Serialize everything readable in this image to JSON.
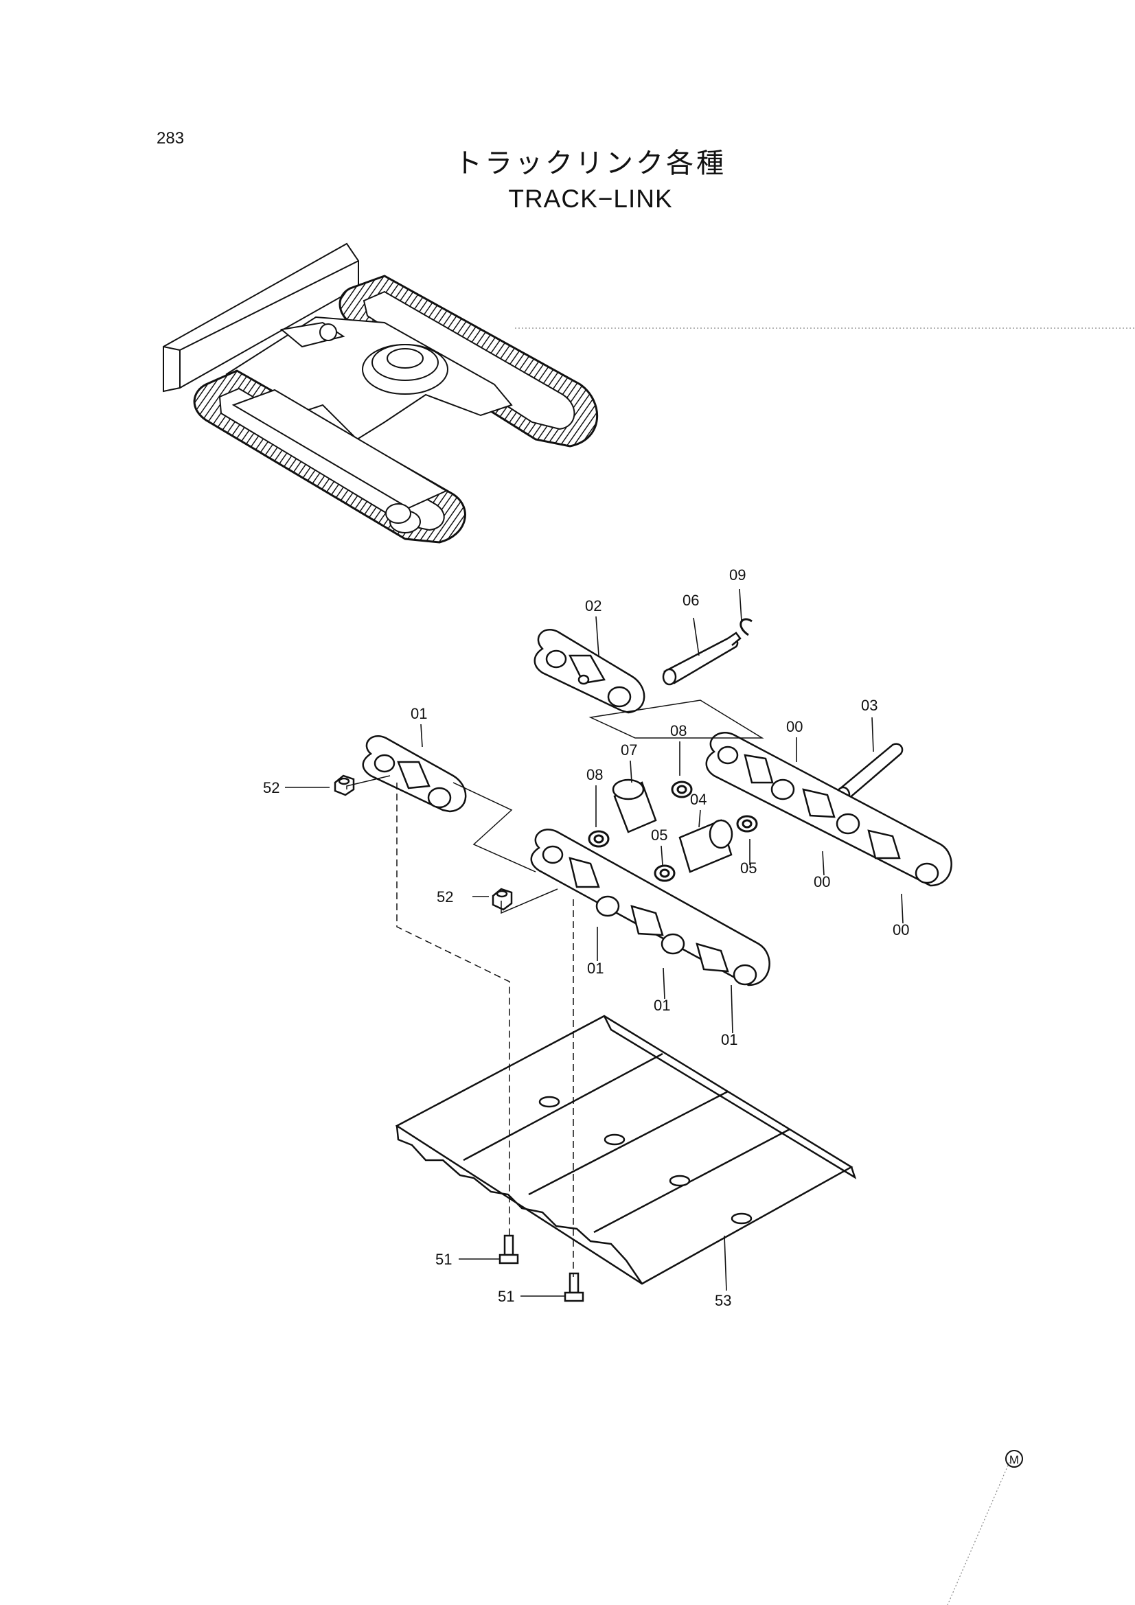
{
  "page_number": "283",
  "title": {
    "japanese": "トラックリンク各種",
    "english": "TRACK−LINK"
  },
  "callouts": [
    {
      "id": "c-09",
      "label": "09"
    },
    {
      "id": "c-06",
      "label": "06"
    },
    {
      "id": "c-02",
      "label": "02"
    },
    {
      "id": "c-03",
      "label": "03"
    },
    {
      "id": "c-01-top",
      "label": "01"
    },
    {
      "id": "c-00-top",
      "label": "00"
    },
    {
      "id": "c-08-right",
      "label": "08"
    },
    {
      "id": "c-07",
      "label": "07"
    },
    {
      "id": "c-08-left",
      "label": "08"
    },
    {
      "id": "c-04",
      "label": "04"
    },
    {
      "id": "c-05-left",
      "label": "05"
    },
    {
      "id": "c-05-right",
      "label": "05"
    },
    {
      "id": "c-52-top",
      "label": "52"
    },
    {
      "id": "c-52-mid",
      "label": "52"
    },
    {
      "id": "c-00-mid",
      "label": "00"
    },
    {
      "id": "c-00-bottom",
      "label": "00"
    },
    {
      "id": "c-01-a",
      "label": "01"
    },
    {
      "id": "c-01-b",
      "label": "01"
    },
    {
      "id": "c-01-c",
      "label": "01"
    },
    {
      "id": "c-51-a",
      "label": "51"
    },
    {
      "id": "c-51-b",
      "label": "51"
    },
    {
      "id": "c-53",
      "label": "53"
    }
  ],
  "marker": "M"
}
